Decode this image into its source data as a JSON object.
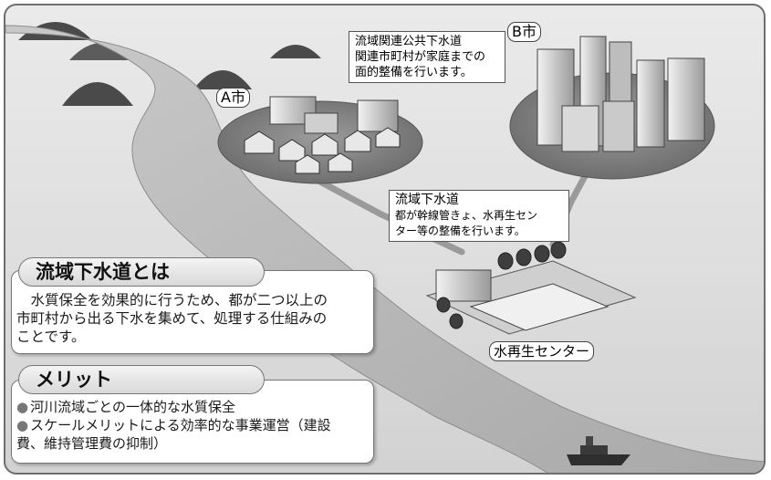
{
  "labels": {
    "city_a": "A市",
    "city_b": "B市",
    "plant": "水再生センター"
  },
  "callouts": {
    "related_sewer": {
      "title": "流域関連公共下水道",
      "lines": [
        "関連市町村が家庭までの",
        "面的整備を行います。"
      ]
    },
    "basin_sewer": {
      "title": "流域下水道",
      "lines": [
        "都が幹線管きょ、水再生セン",
        "ター等の整備を行います。"
      ]
    }
  },
  "definition_panel": {
    "heading": "流域下水道とは",
    "lines": [
      "　水質保全を効果的に行うため、都が二つ以上の",
      "市町村から出る下水を集めて、処理する仕組みの",
      "ことです。"
    ]
  },
  "merit_panel": {
    "heading": "メリット",
    "bullet_symbol": "●",
    "bullets": [
      [
        "河川流域ごとの一体的な水質保全"
      ],
      [
        "スケールメリットによる効率的な事業運営（建設",
        "費、維持管理費の抑制）"
      ]
    ]
  },
  "colors": {
    "river": "#bcbcbc",
    "hill": "#4a4a4a",
    "city_base": "#8a8a8a",
    "panel_border": "#777777"
  }
}
